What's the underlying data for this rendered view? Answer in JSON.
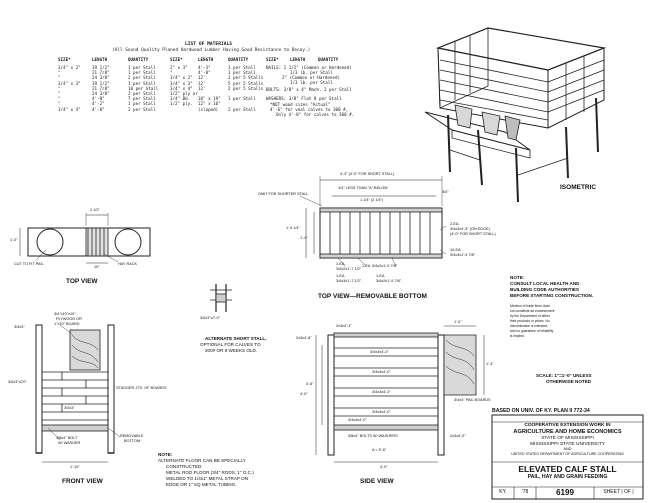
{
  "materials": {
    "title": "LIST OF MATERIALS",
    "subtitle": "(All Sound Quality Planed Hardwood Lumber Having Good Resistance to Decay.)",
    "headers": [
      "SIZE*",
      "LENGTH",
      "QUANTITY",
      "SIZE*",
      "LENGTH",
      "QUANTITY"
    ],
    "rows": [
      [
        "3/4\" x 2\"",
        "19 1/2\"",
        "1 per Stall",
        "2\" x 3\"",
        "4'-3\"",
        "1 per Stall"
      ],
      [
        "\"",
        "21 7/8\"",
        "1 per Stall",
        "\"",
        "4'-0\"",
        "1 per Stall"
      ],
      [
        "\"",
        "24 3/8\"",
        "2 per Stall",
        "3/4\" x 2\"",
        "12'",
        "2 per 5 Stalls"
      ],
      [
        "3/4\" x 3\"",
        "19 1/2\"",
        "1 per Stall",
        "3/4\" x 3\"",
        "12'",
        "5 per 5 Stalls"
      ],
      [
        "\"",
        "21 7/8\"",
        "10 per Stall",
        "3/4\" x 4\"",
        "12'",
        "2 per 5 Stalls"
      ],
      [
        "\"",
        "24 3/8\"",
        "2 per Stall",
        "1/2\" ply or",
        "",
        ""
      ],
      [
        "\"",
        "4'-0\"",
        "7 per Stall",
        "3/4\" Bd.",
        "10\" x 19\"",
        "1 per Stall"
      ],
      [
        "\"",
        "4'-2\"",
        "1 per Stall",
        "1/2\" ply.",
        "12\" x 16\"",
        ""
      ],
      [
        "3/4\" x 4\"",
        "4'-0\"",
        "2 per Stall",
        "",
        "(sloped)",
        "2 per Stall"
      ]
    ],
    "hardware_headers": [
      "SIZE*",
      "LENGTH",
      "QUANTITY"
    ],
    "nails": [
      "NAILS: 1 1/2\" (Common or Hardened)",
      "1/3 lb. per Stall",
      "2\" (Common or Hardened)",
      "1/3 lb. per Stall"
    ],
    "bolts": "BOLTS: 3/8\" x 4\" Mach. 2 per Stall",
    "washers": "WASHERS: 3/8\" Flat     8 per Stall",
    "footnote_1": "*NOT wood sizes \"Actual\"",
    "footnote_2": "4'-6\" for veal calves to 300 #,",
    "footnote_3": "Only 4'-0\" for calves to 200 #."
  },
  "views": {
    "isometric": "ISOMETRIC",
    "top": "TOP VIEW",
    "top_removable": "TOP VIEW—REMOVABLE BOTTOM",
    "front": "FRONT VIEW",
    "side": "SIDE VIEW",
    "alt_stall_1": "ALTERNATE SHORT STALL,",
    "alt_stall_2": "OPTIONAL FOR CALVES TO",
    "alt_stall_3": "200# OR 8 WEEKS OLD."
  },
  "top_view": {
    "dim_a": "2 1/2\"",
    "dim_b": "1'-0\"",
    "dim_c": "10\"",
    "cut_label": "CUT TO FIT PAIL",
    "hay_label": "HAY RACK"
  },
  "removable": {
    "dim_top": "4'-3\" (4'-0\" FOR SHORT STALL)",
    "dim_less": "1/4\" LESS THAN \"A\" BELOW",
    "dim_gap": "3/4\"",
    "dim_space": "1 1/4\" (2 1/4\")",
    "omit": "OMIT FOR SHORTER STALL",
    "dim_left": "1'-9 1/4\"",
    "dim_left2": "1'-4\"",
    "note_2ea": "2-EA.",
    "note_2ea_b": "3/4x3x4'-3\" (ON EDGE)",
    "note_2ea_c": "(4'-0\" FOR SHORT STALL)",
    "note_10ea": "10-EA.",
    "note_10ea_b": "3/4x3x1'-9 7/8\"",
    "note_1ea_a": "1-EA.",
    "note_1ea_a2": "3/4x2x1'-7 1/2\"",
    "note_1ea_b": "1-EA.",
    "note_1ea_b2": "3/4x2x1'-9 7/8\"",
    "note_1ea_c": "1-EA.",
    "note_1ea_c2": "3/4x3x1'-7 1/2\"",
    "note_1ea_d": "1-EA.",
    "note_1ea_d2": "3/4x2x1'-9 7/8\""
  },
  "front": {
    "ply": "3/4\"x10\"x19\"",
    "ply2": "PLYWOOD OR",
    "ply3": "1\"x10\" BOARD",
    "b1": "3/4x3\"",
    "b2": "3/4x3\"x2'0\"",
    "stagger": "STAGGER JTS. OF BOARDS",
    "b3": "3/4x3\"",
    "bolt1": "3/8x4\" BOLT",
    "bolt2": "W/ WASHER",
    "removable1": "REMOVABLE",
    "removable2": "BOTTOM",
    "dim_bottom": "1'-10\"",
    "dim_top": "3/4x3\"x2'-0\""
  },
  "alt_floor": {
    "note": "NOTE:",
    "l1": "ALTERNATE FLOOR CAN BE SPECIALLY",
    "l2": "CONSTRUCTED:",
    "l3": "METAL ROD FLOOR (3/4\" RODS, 1\" O.C.)",
    "l4": "WELDED TO 1/4x1\" METAL STRAP ON",
    "l5": "EDGE OR 1\" SQ METAL TUBING."
  },
  "side": {
    "b1": "2x3x4'-3\"",
    "b2": "3/4x3x4'-0\"",
    "b3": "3/4x3x4'-0\"",
    "b4": "3/4x3x4'-0\"",
    "b5": "3/4x3x4'-0\"",
    "b6": "3/4x4x4'-0\"",
    "bolts": "3/8x4\" BOLTS W/ WASHERS",
    "dim_a": "A = 5'-6\"",
    "dim_bottom": "4'-0\"",
    "pail_boards": "3/4x4\" PAIL BOARDS",
    "dim_top_right": "1'-0\"",
    "dim_right": "1'-4\"",
    "corner": "2x3x4'-0\"",
    "height": "4'-0\"",
    "height2": "3'-6\"",
    "vert": "2x3x4'-8\""
  },
  "note_block": {
    "title": "NOTE:",
    "l1": "CONSULT LOCAL HEALTH AND",
    "l2": "BUILDING CODE AUTHORITIES",
    "l3": "BEFORE STARTING CONSTRUCTION.",
    "small1": "Mention of trade firms does",
    "small2": "not constitute an endorsement",
    "small3": "by the Department of either",
    "small4": "their products or prices. No",
    "small5": "discrimination is intended,",
    "small6": "and no guarantee of reliability",
    "small7": "is implied."
  },
  "scale": {
    "l1": "SCALE: 1\"=1'-0\" UNLESS",
    "l2": "OTHERWISE NOTED"
  },
  "title_block": {
    "based_on": "BASED ON UNIV. OF KY. PLAN II 772-34",
    "l1": "COOPERATIVE EXTENSION WORK IN",
    "l2": "AGRICULTURE AND HOME ECONOMICS",
    "l3": "STATE OF MISSISSIPPI",
    "l4": "MISSISSIPPI STATE UNIVERSITY",
    "l5": "AND",
    "l6": "UNITED STATES DEPARTMENT OF AGRICULTURE COOPERATING",
    "title": "ELEVATED CALF STALL",
    "subtitle": "PAIL, HAY AND GRAIN FEEDING",
    "ky": "KY.",
    "year": "'78",
    "plan_no": "6199",
    "sheet": "SHEET | OF |"
  }
}
